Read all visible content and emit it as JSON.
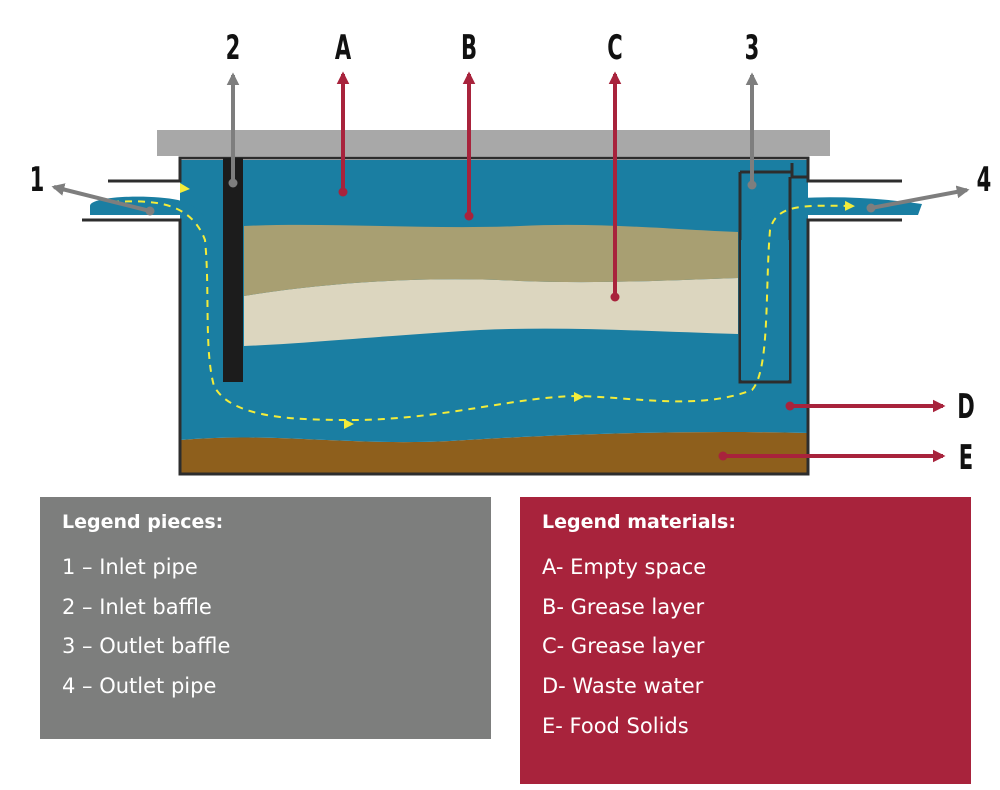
{
  "diagram": {
    "callouts": {
      "pieces": [
        "1",
        "2",
        "3",
        "4"
      ],
      "materials": [
        "A",
        "B",
        "C",
        "D",
        "E"
      ]
    },
    "colors": {
      "empty_space": "#ffffff",
      "grease_layer_b": "#a89f72",
      "grease_layer_c": "#dcd6bf",
      "waste_water": "#1a7ea2",
      "food_solids": "#8e5f1c",
      "baffle": "#1c1c1c",
      "lid": "#a8a8a8",
      "flow_arrow": "#f3ec3a",
      "pieces_pointer": "#7e7e7e",
      "materials_pointer": "#a8233c"
    }
  },
  "legend_pieces": {
    "title": "Legend pieces:",
    "items": [
      "1 – Inlet pipe",
      "2 – Inlet baffle",
      "3 – Outlet baffle",
      "4 – Outlet pipe"
    ]
  },
  "legend_materials": {
    "title": "Legend materials:",
    "items": [
      "A- Empty space",
      "B- Grease layer",
      "C- Grease layer",
      "D- Waste water",
      "E- Food Solids"
    ]
  }
}
